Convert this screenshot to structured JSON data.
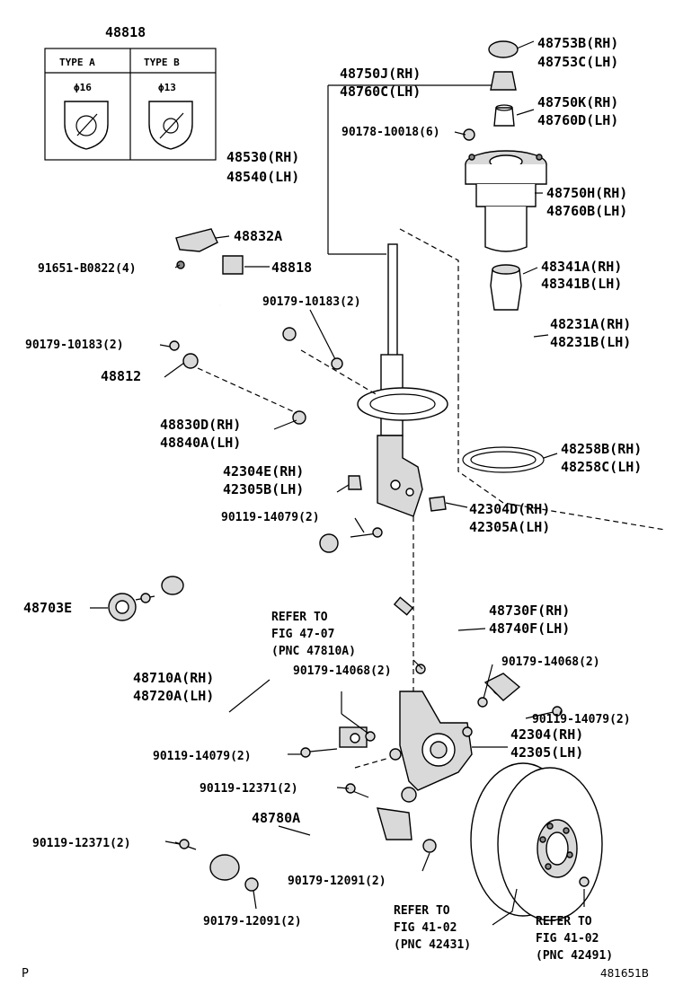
{
  "inset": {
    "title": "48818",
    "type_a": "TYPE A",
    "type_b": "TYPE B",
    "type_a_dim": "ϕ16",
    "type_b_dim": "ϕ13"
  },
  "labels": {
    "p48753b": "48753B(RH)",
    "p48753c": "48753C(LH)",
    "p48750j": "48750J(RH)",
    "p48760c": "48760C(LH)",
    "p48750k": "48750K(RH)",
    "p48760d": "48760D(LH)",
    "p90178": "90178-10018(6)",
    "p48530": "48530(RH)",
    "p48540": "48540(LH)",
    "p48750h": "48750H(RH)",
    "p48760b": "48760B(LH)",
    "p48832a": "48832A",
    "p91651": "91651-B0822(4)",
    "p48818": "48818",
    "p48341a": "48341A(RH)",
    "p48341b": "48341B(LH)",
    "p90179_10183a": "90179-10183(2)",
    "p48231a": "48231A(RH)",
    "p48231b": "48231B(LH)",
    "p90179_10183b": "90179-10183(2)",
    "p48812": "48812",
    "p48830d": "48830D(RH)",
    "p48840a": "48840A(LH)",
    "p48258b": "48258B(RH)",
    "p48258c": "48258C(LH)",
    "p42304e": "42304E(RH)",
    "p42305b": "42305B(LH)",
    "p42304d": "42304D(RH)",
    "p42305a": "42305A(LH)",
    "p90119_14079a": "90119-14079(2)",
    "p48703e": "48703E",
    "refer1_a": "REFER TO",
    "refer1_b": "FIG 47-07",
    "refer1_c": "(PNC 47810A)",
    "p48730f": "48730F(RH)",
    "p48740f": "48740F(LH)",
    "p48710a": "48710A(RH)",
    "p48720a": "48720A(LH)",
    "p90179_14068a": "90179-14068(2)",
    "p90179_14068b": "90179-14068(2)",
    "p90119_14079b": "90119-14079(2)",
    "p90119_14079c": "90119-14079(2)",
    "p42304": "42304(RH)",
    "p42305": "42305(LH)",
    "p90119_12371a": "90119-12371(2)",
    "p48780a": "48780A",
    "p90119_12371b": "90119-12371(2)",
    "p90179_12091a": "90179-12091(2)",
    "p90179_12091b": "90179-12091(2)",
    "refer2_a": "REFER TO",
    "refer2_b": "FIG 41-02",
    "refer2_c": "(PNC 42431)",
    "refer3_a": "REFER TO",
    "refer3_b": "FIG 41-02",
    "refer3_c": "(PNC 42491)"
  },
  "footer": {
    "corner_left": "P",
    "corner_right": "481651B"
  }
}
